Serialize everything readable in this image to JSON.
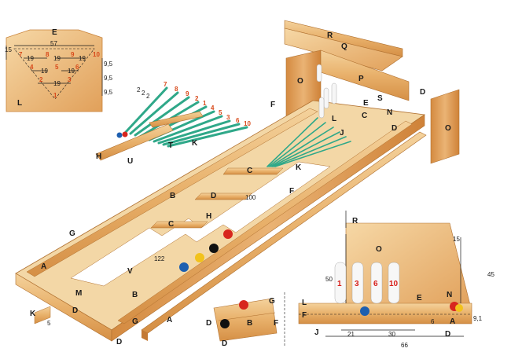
{
  "colors": {
    "wood_light": "#f1c98c",
    "wood_mid": "#e3a45a",
    "wood_dark": "#c47a35",
    "rake_green": "#2fa889",
    "red_ball": "#d7261e",
    "blue_ball": "#1d5fb0",
    "yellow_ball": "#f2c21b",
    "black_ball": "#111111",
    "number_red": "#d84a1b"
  },
  "top_view": {
    "labels": [
      "E",
      "L"
    ],
    "dims": [
      "15",
      "57",
      "19",
      "19",
      "19",
      "19",
      "19",
      "19",
      "9,5",
      "9,5",
      "9,5"
    ],
    "pin_numbers": [
      "10",
      "9",
      "8",
      "7",
      "6",
      "5",
      "4",
      "3",
      "2",
      "1"
    ]
  },
  "rake": {
    "labels": [
      "H",
      "U",
      "T",
      "K"
    ],
    "dims": [
      "2",
      "2",
      "2"
    ],
    "tooth_numbers": [
      "7",
      "8",
      "9",
      "2",
      "1",
      "4",
      "5",
      "3",
      "6",
      "10"
    ]
  },
  "main": {
    "labels": [
      "R",
      "Q",
      "O",
      "P",
      "S",
      "D",
      "F",
      "E",
      "N",
      "C",
      "L",
      "J",
      "K",
      "C",
      "B",
      "D",
      "H",
      "C",
      "G",
      "A",
      "M",
      "V",
      "B",
      "D",
      "K",
      "D",
      "F",
      "G",
      "A",
      "O",
      "D"
    ],
    "dims": [
      "100",
      "122",
      "5"
    ]
  },
  "side_view": {
    "labels": [
      "R",
      "O",
      "L",
      "E",
      "N",
      "F",
      "A",
      "J",
      "D"
    ],
    "dims": [
      "15",
      "45",
      "50",
      "9,1",
      "6",
      "21",
      "30",
      "66"
    ],
    "pin_numbers": [
      "1",
      "3",
      "6",
      "10"
    ]
  },
  "detail": {
    "labels": [
      "G",
      "D",
      "B",
      "F",
      "D"
    ]
  }
}
